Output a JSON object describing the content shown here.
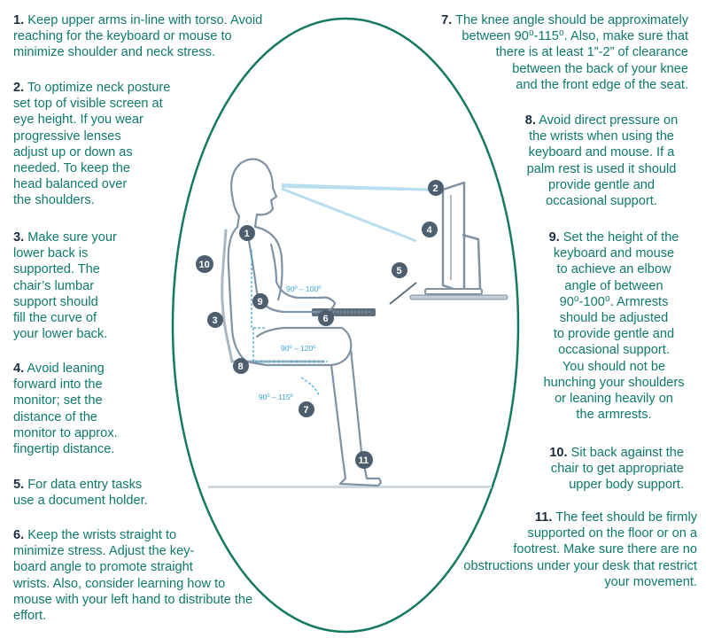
{
  "colors": {
    "tip_text": "#0e7a6c",
    "tip_number": "#1a2d42",
    "oval": "#167a62",
    "figure": "#7f93a5",
    "accent": "#3aa7d6"
  },
  "tips": [
    {
      "num": "1.",
      "lines": [
        "Keep upper arms in-line with torso. Avoid",
        "reaching for the keyboard or mouse to",
        "minimize shoulder and neck stress."
      ]
    },
    {
      "num": "2.",
      "lines": [
        "To optimize neck posture",
        "set top of visible screen at",
        "eye height. If you wear",
        "progressive lenses",
        "adjust up or down as",
        "needed. To keep the",
        "head balanced over",
        "the shoulders."
      ]
    },
    {
      "num": "3.",
      "lines": [
        "Make sure your",
        "lower back is",
        "supported. The",
        "chair’s lumbar",
        "support should",
        "fill the curve of",
        "your lower back."
      ]
    },
    {
      "num": "4.",
      "lines": [
        "Avoid leaning",
        "forward into the",
        "monitor; set the",
        "distance of the",
        "monitor to approx.",
        "fingertip distance."
      ]
    },
    {
      "num": "5.",
      "lines": [
        "For data entry tasks",
        "use a document holder."
      ]
    },
    {
      "num": "6.",
      "lines": [
        "Keep the wrists straight to",
        "minimize stress. Adjust the  key-",
        "board angle to promote straight",
        "wrists. Also, consider learning how to",
        "mouse with your left hand to distribute the",
        "effort."
      ]
    },
    {
      "num": "7.",
      "lines": [
        "The knee angle should be approximately",
        "between 90⁰-115⁰. Also, make sure that",
        "there is at least 1”-2”  of clearance",
        "between the back of your knee",
        "and the front edge of the seat."
      ]
    },
    {
      "num": "8.",
      "lines": [
        "Avoid direct pressure on",
        "the wrists when using the",
        "keyboard and mouse. If a",
        "palm rest is used it should",
        "provide gentle and",
        "occasional support."
      ]
    },
    {
      "num": "9.",
      "lines": [
        "Set the height of the",
        "keyboard and mouse",
        "to achieve an elbow",
        "angle of between",
        "90⁰-100⁰.  Armrests",
        "should be adjusted",
        "to provide gentle and",
        "occasional support.",
        "You should not be",
        "hunching your shoulders",
        "or leaning heavily on",
        "the armrests."
      ]
    },
    {
      "num": "10.",
      "lines": [
        "Sit back against the",
        "chair to get appropriate",
        "upper body support."
      ]
    },
    {
      "num": "11.",
      "lines": [
        "The feet should be firmly",
        "supported on the floor or on a",
        "footrest. Make sure there are no",
        "obstructions under your desk that restrict",
        "your movement."
      ]
    }
  ],
  "figure": {
    "badges": [
      "1",
      "2",
      "3",
      "4",
      "5",
      "6",
      "7",
      "8",
      "9",
      "10",
      "11"
    ],
    "angles": {
      "elbow": "90º – 100º",
      "hip": "90º – 120º",
      "knee": "90º – 115º"
    }
  }
}
